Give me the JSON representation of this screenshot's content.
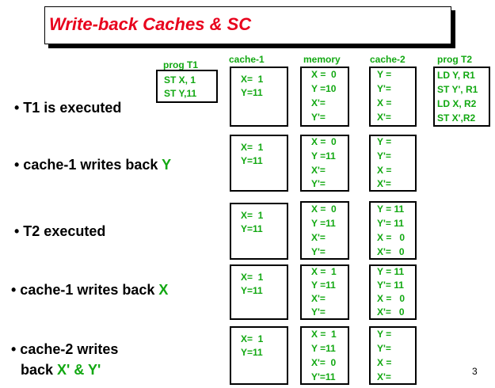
{
  "title": "Write-back Caches & SC",
  "headers": {
    "progT1": "prog T1",
    "cache1": "cache-1",
    "memory": "memory",
    "cache2": "cache-2",
    "progT2": "prog T2"
  },
  "progT1": [
    "ST X, 1",
    "ST Y,11"
  ],
  "progT2": [
    "LD Y, R1",
    "ST Y', R1",
    "LD X, R2",
    "ST X',R2"
  ],
  "steps": [
    {
      "label": "• T1 is executed",
      "label_lines": [
        "• T1 is executed"
      ],
      "highlight": "",
      "cache1": [
        "X=  1",
        "Y=11"
      ],
      "memory": [
        "X =  0",
        "Y =10",
        "X'=",
        "Y'="
      ],
      "cache2": [
        "Y =",
        "Y'=",
        "X =",
        "X'="
      ]
    },
    {
      "label": "• cache-1 writes back",
      "label_lines": [
        "• cache-1 writes back"
      ],
      "highlight": "Y",
      "cache1": [
        "X=  1",
        "Y=11"
      ],
      "memory": [
        "X =  0",
        "Y =11",
        "X'=",
        "Y'="
      ],
      "cache2": [
        "Y =",
        "Y'=",
        "X =",
        "X'="
      ]
    },
    {
      "label": "• T2 executed",
      "label_lines": [
        "• T2 executed"
      ],
      "highlight": "",
      "cache1": [
        "X=  1",
        "Y=11"
      ],
      "memory": [
        "X =  0",
        "Y =11",
        "X'=",
        "Y'="
      ],
      "cache2": [
        "Y = 11",
        "Y'= 11",
        "X =   0",
        "X'=   0"
      ]
    },
    {
      "label": "• cache-1 writes back",
      "label_lines": [
        "• cache-1 writes back"
      ],
      "highlight": "X",
      "cache1": [
        "X=  1",
        "Y=11"
      ],
      "memory": [
        "X =  1",
        "Y =11",
        "X'=",
        "Y'="
      ],
      "cache2": [
        "Y = 11",
        "Y'= 11",
        "X =   0",
        "X'=   0"
      ]
    },
    {
      "label": "• cache-2 writes back X' & Y'",
      "label_lines": [
        "• cache-2 writes",
        "back"
      ],
      "highlight": "X' & Y'",
      "cache1": [
        "X=  1",
        "Y=11"
      ],
      "memory": [
        "X =  1",
        "Y =11",
        "X'=  0",
        "Y'=11"
      ],
      "cache2": [
        "Y =",
        "Y'=",
        "X =",
        "X'="
      ]
    }
  ],
  "page_number": "3"
}
